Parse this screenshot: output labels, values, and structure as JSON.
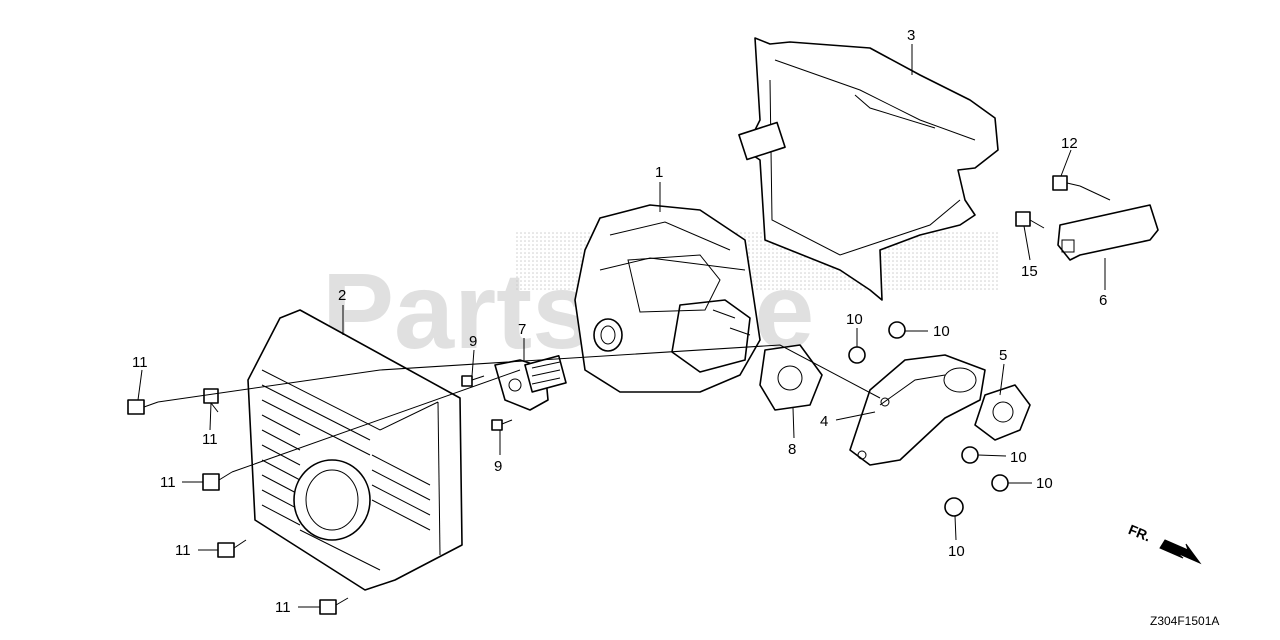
{
  "diagram": {
    "watermark": "PartsTree",
    "direction_label": "FR.",
    "reference_code": "Z304F1501A",
    "callouts": [
      "1",
      "2",
      "3",
      "4",
      "5",
      "6",
      "7",
      "8",
      "9",
      "9",
      "10",
      "10",
      "10",
      "10",
      "10",
      "11",
      "11",
      "11",
      "11",
      "11",
      "12",
      "15"
    ]
  },
  "colors": {
    "line": "#000000",
    "watermark": "#c8c8c8",
    "background": "#ffffff"
  }
}
